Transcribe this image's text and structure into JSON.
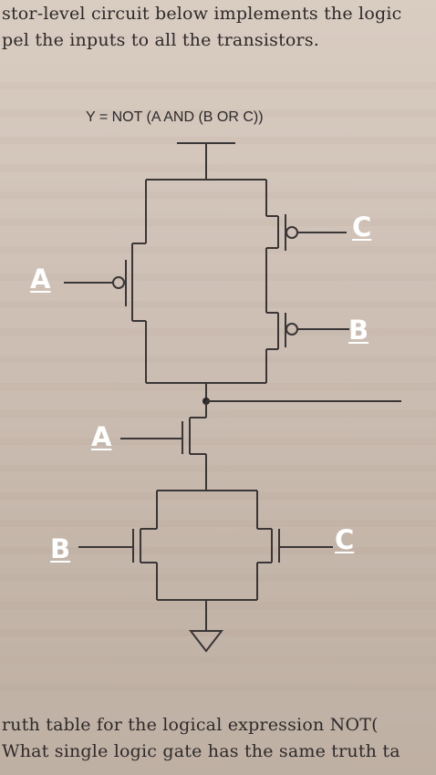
{
  "page": {
    "top_line_1": "stor-level circuit below implements the logic",
    "top_line_2": "pel the inputs to all the transistors.",
    "bottom_line_1": "ruth table for the logical expression NOT(",
    "bottom_line_2": "What single logic gate has the same truth ta"
  },
  "diagram": {
    "title": "Y = NOT (A AND (B OR C))",
    "labels": {
      "pmos_a": "A",
      "pmos_c": "C",
      "pmos_b": "B",
      "nmos_a": "A",
      "nmos_b": "B",
      "nmos_c": "C"
    },
    "colors": {
      "wire": "#3a3536",
      "label_text": "#ffffff",
      "paper": "#cdbfb4"
    }
  }
}
